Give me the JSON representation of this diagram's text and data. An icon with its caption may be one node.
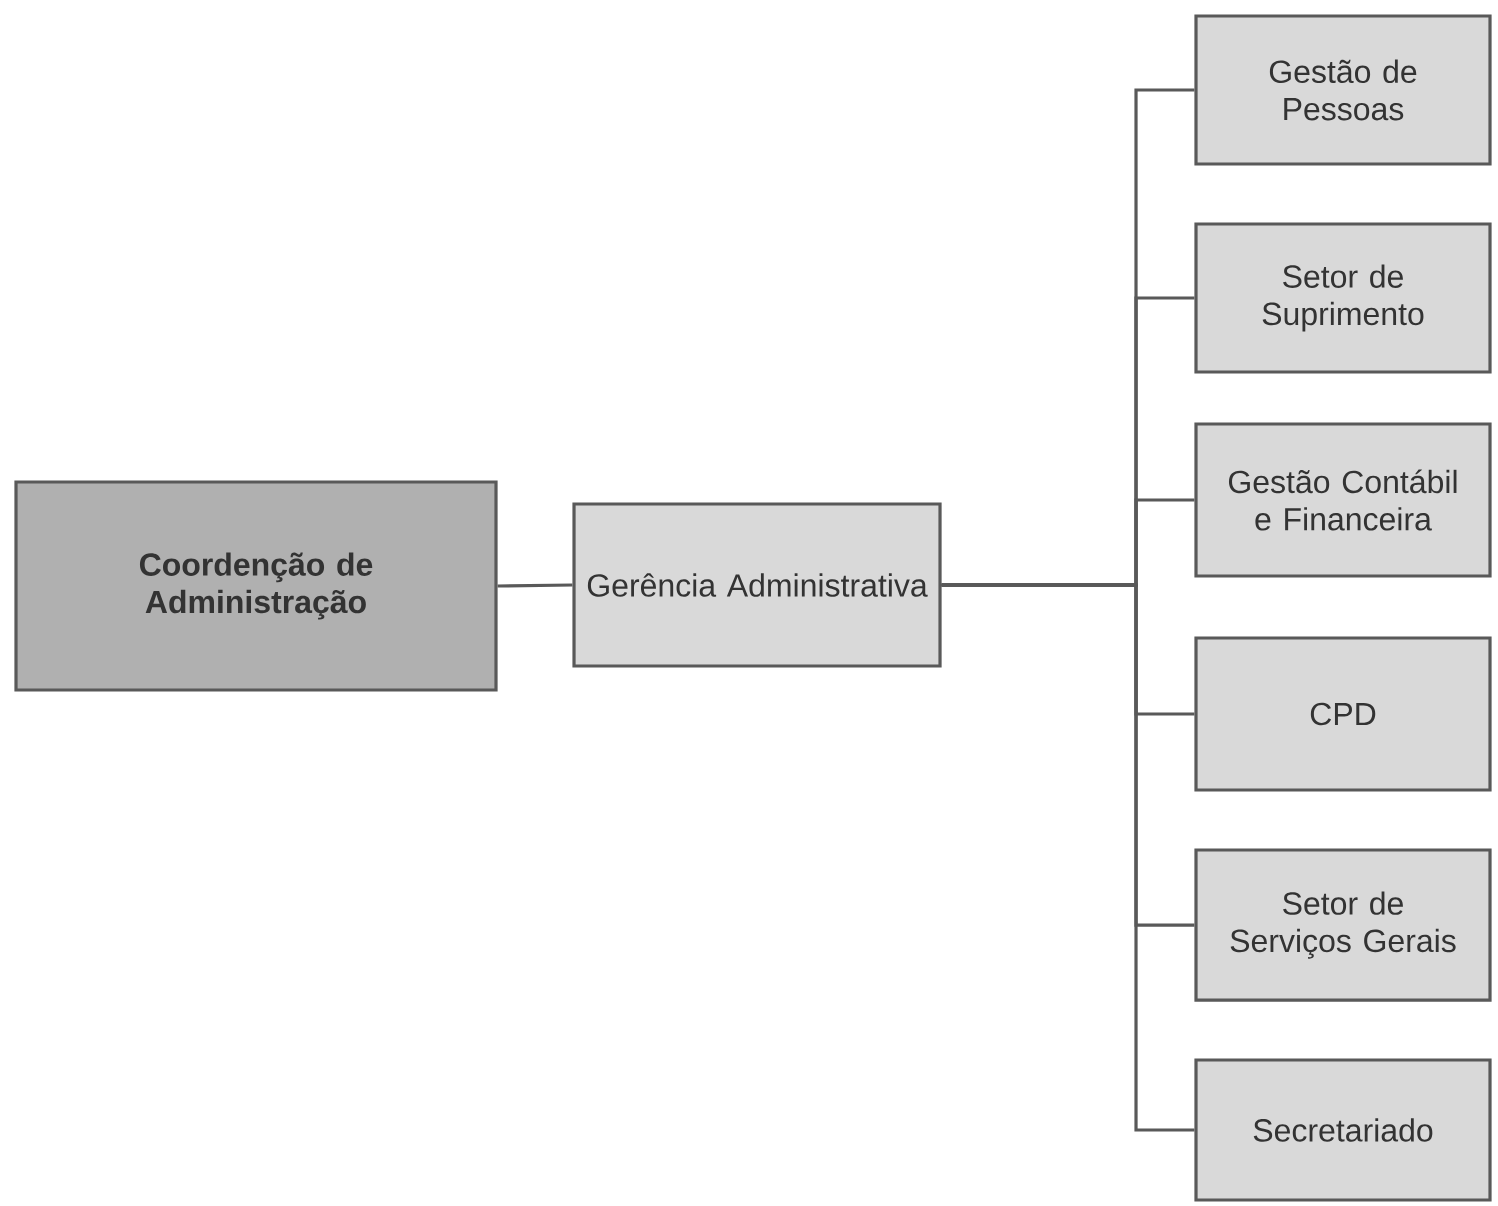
{
  "diagram": {
    "nodes": [
      {
        "text": [
          "Coordenção de Administração"
        ]
      },
      {
        "text": [
          "Gerência Administrativa"
        ]
      },
      {
        "text": [
          "Gestão de Pessoas"
        ]
      },
      {
        "text": [
          "Setor de Suprimento"
        ]
      },
      {
        "text": [
          "Gestão Contábil e Financeira"
        ]
      },
      {
        "text": [
          "CPD"
        ]
      },
      {
        "text": [
          "Setor de Serviços Gerais"
        ]
      },
      {
        "text": [
          "Secretariado"
        ]
      }
    ],
    "edges": [
      {
        "from": 0,
        "to": 1,
        "arrow": "none"
      },
      {
        "from": 1,
        "to": 2,
        "arrow": "none"
      },
      {
        "from": 1,
        "to": 3,
        "arrow": "none"
      },
      {
        "from": 1,
        "to": 4,
        "arrow": "none"
      },
      {
        "from": 1,
        "to": 5,
        "arrow": "none"
      },
      {
        "from": 1,
        "to": 6,
        "arrow": "none"
      },
      {
        "from": 1,
        "to": 7,
        "arrow": "none"
      }
    ]
  }
}
